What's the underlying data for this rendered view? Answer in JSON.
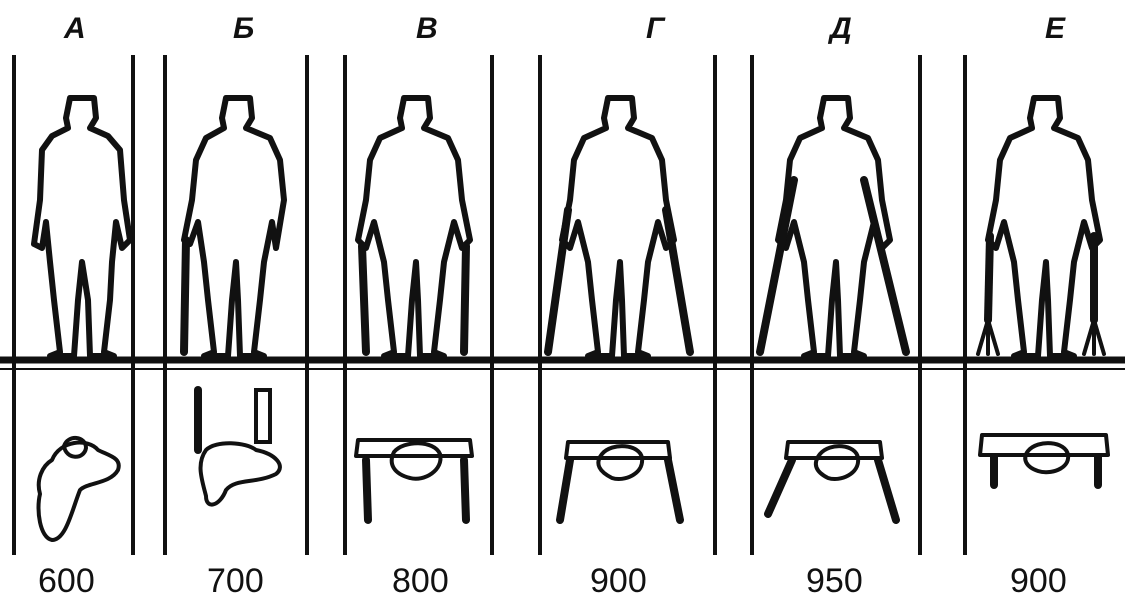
{
  "panels": [
    {
      "letter": "А",
      "value": "600",
      "aid": "none"
    },
    {
      "letter": "Б",
      "value": "700",
      "aid": "cane"
    },
    {
      "letter": "В",
      "value": "800",
      "aid": "canes"
    },
    {
      "letter": "Г",
      "value": "900",
      "aid": "crutches"
    },
    {
      "letter": "Д",
      "value": "950",
      "aid": "crutches-wide"
    },
    {
      "letter": "Е",
      "value": "900",
      "aid": "quad-canes"
    }
  ],
  "colors": {
    "ink": "#111111",
    "background": "#ffffff"
  }
}
